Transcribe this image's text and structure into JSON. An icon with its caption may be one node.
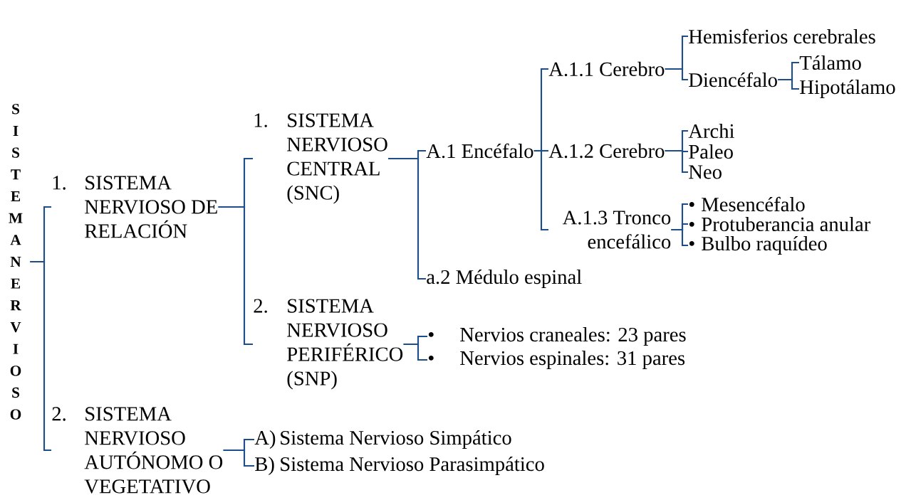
{
  "diagram": {
    "nodes": [
      {
        "text": [
          "SISTEMA NERVIOSO"
        ]
      },
      {
        "text": [
          "1.",
          "SISTEMA NERVIOSO DE RELACIÓN"
        ]
      },
      {
        "text": [
          "1.",
          "SISTEMA NERVIOSO CENTRAL (SNC)"
        ]
      },
      {
        "text": [
          "A.1 Encéfalo"
        ]
      },
      {
        "text": [
          "A.1.1 Cerebro"
        ]
      },
      {
        "text": [
          "Hemisferios cerebrales"
        ]
      },
      {
        "text": [
          "Diencéfalo"
        ]
      },
      {
        "text": [
          "Tálamo"
        ]
      },
      {
        "text": [
          "Hipotálamo"
        ]
      },
      {
        "text": [
          "A.1.2 Cerebro"
        ]
      },
      {
        "text": [
          "Archi"
        ]
      },
      {
        "text": [
          "Paleo"
        ]
      },
      {
        "text": [
          "Neo"
        ]
      },
      {
        "text": [
          "A.1.3 Tronco encefálico"
        ]
      },
      {
        "text": [
          "•",
          "Mesencéfalo"
        ]
      },
      {
        "text": [
          "•",
          "Protuberancia anular"
        ]
      },
      {
        "text": [
          "•",
          "Bulbo raquídeo"
        ]
      },
      {
        "text": [
          "a.2  Médulo espinal"
        ]
      },
      {
        "text": [
          "2.",
          "SISTEMA NERVIOSO PERIFÉRICO (SNP)"
        ]
      },
      {
        "text": [
          "•",
          "Nervios craneales: 23 pares"
        ]
      },
      {
        "text": [
          "•",
          "Nervios espinales: 31 pares"
        ]
      },
      {
        "text": [
          "2.",
          "SISTEMA NERVIOSO AUTÓNOMO O VEGETATIVO"
        ]
      },
      {
        "text": [
          "A)",
          "Sistema Nervioso Simpático"
        ]
      },
      {
        "text": [
          "B)",
          "Sistema Nervioso Parasimpático"
        ]
      }
    ],
    "edges": [
      {
        "from": 0,
        "to": 1,
        "arrow": "none"
      },
      {
        "from": 0,
        "to": 21,
        "arrow": "none"
      },
      {
        "from": 1,
        "to": 2,
        "arrow": "none"
      },
      {
        "from": 1,
        "to": 18,
        "arrow": "none"
      },
      {
        "from": 2,
        "to": 3,
        "arrow": "none"
      },
      {
        "from": 2,
        "to": 17,
        "arrow": "none"
      },
      {
        "from": 3,
        "to": 4,
        "arrow": "none"
      },
      {
        "from": 3,
        "to": 9,
        "arrow": "none"
      },
      {
        "from": 3,
        "to": 13,
        "arrow": "none"
      },
      {
        "from": 4,
        "to": 5,
        "arrow": "none"
      },
      {
        "from": 4,
        "to": 6,
        "arrow": "none"
      },
      {
        "from": 6,
        "to": 7,
        "arrow": "none"
      },
      {
        "from": 6,
        "to": 8,
        "arrow": "none"
      },
      {
        "from": 9,
        "to": 10,
        "arrow": "none"
      },
      {
        "from": 9,
        "to": 11,
        "arrow": "none"
      },
      {
        "from": 9,
        "to": 12,
        "arrow": "none"
      },
      {
        "from": 13,
        "to": 14,
        "arrow": "none"
      },
      {
        "from": 13,
        "to": 15,
        "arrow": "none"
      },
      {
        "from": 13,
        "to": 16,
        "arrow": "none"
      },
      {
        "from": 18,
        "to": 19,
        "arrow": "none"
      },
      {
        "from": 18,
        "to": 20,
        "arrow": "none"
      },
      {
        "from": 21,
        "to": 22,
        "arrow": "none"
      },
      {
        "from": 21,
        "to": 23,
        "arrow": "none"
      }
    ]
  }
}
